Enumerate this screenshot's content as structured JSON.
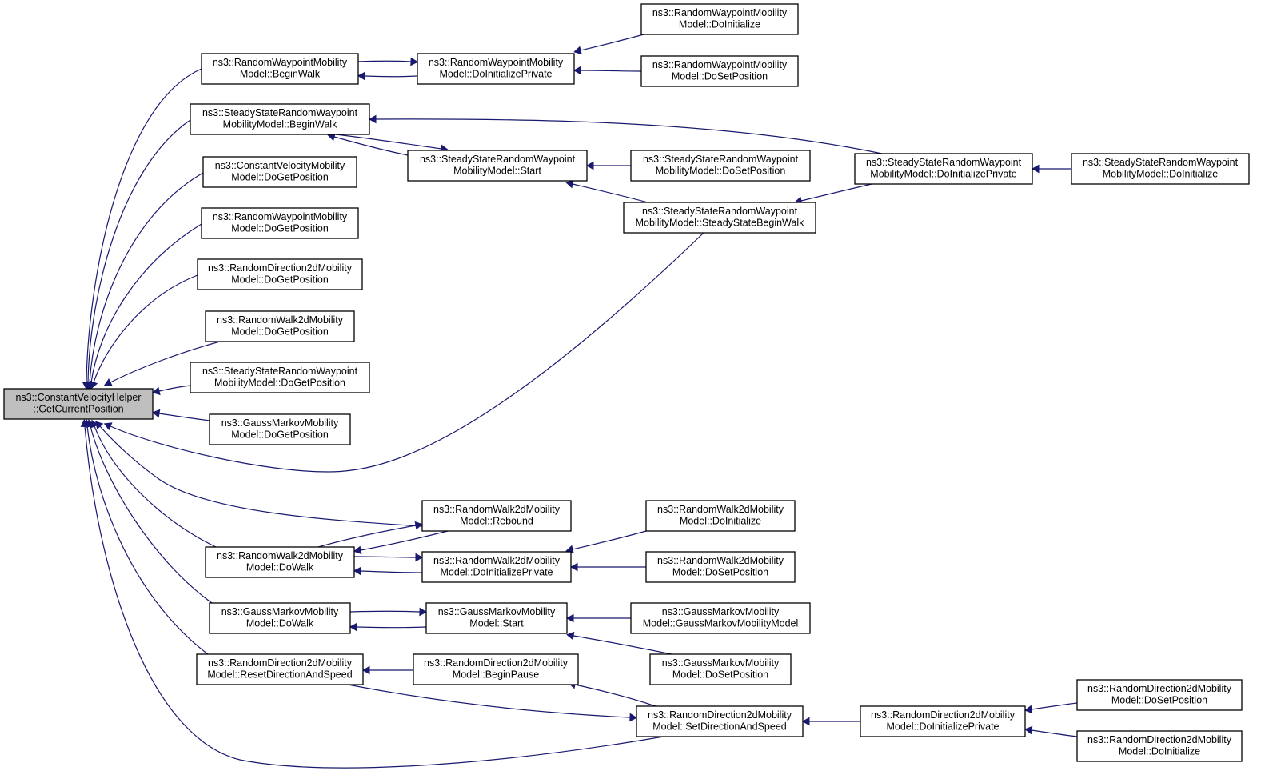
{
  "graph": {
    "title": "",
    "edge_color": "#191970",
    "root_fill": "#bfbfbf",
    "node_fill": "#ffffff",
    "nodes": [
      {
        "id": "root",
        "lines": [
          "ns3::ConstantVelocityHelper",
          "::GetCurrentPosition"
        ],
        "root": true
      },
      {
        "id": "rwp_beginwalk",
        "lines": [
          "ns3::RandomWaypointMobility",
          "Model::BeginWalk"
        ]
      },
      {
        "id": "rwp_doinitprivate",
        "lines": [
          "ns3::RandomWaypointMobility",
          "Model::DoInitializePrivate"
        ]
      },
      {
        "id": "rwp_doinit",
        "lines": [
          "ns3::RandomWaypointMobility",
          "Model::DoInitialize"
        ]
      },
      {
        "id": "rwp_dosetpos",
        "lines": [
          "ns3::RandomWaypointMobility",
          "Model::DoSetPosition"
        ]
      },
      {
        "id": "ss_beginwalk",
        "lines": [
          "ns3::SteadyStateRandomWaypoint",
          "MobilityModel::BeginWalk"
        ]
      },
      {
        "id": "ss_start",
        "lines": [
          "ns3::SteadyStateRandomWaypoint",
          "MobilityModel::Start"
        ]
      },
      {
        "id": "ss_dosetpos",
        "lines": [
          "ns3::SteadyStateRandomWaypoint",
          "MobilityModel::DoSetPosition"
        ]
      },
      {
        "id": "ss_steadybegin",
        "lines": [
          "ns3::SteadyStateRandomWaypoint",
          "MobilityModel::SteadyStateBeginWalk"
        ]
      },
      {
        "id": "ss_doinitprivate",
        "lines": [
          "ns3::SteadyStateRandomWaypoint",
          "MobilityModel::DoInitializePrivate"
        ]
      },
      {
        "id": "ss_doinit",
        "lines": [
          "ns3::SteadyStateRandomWaypoint",
          "MobilityModel::DoInitialize"
        ]
      },
      {
        "id": "cv_dogetpos",
        "lines": [
          "ns3::ConstantVelocityMobility",
          "Model::DoGetPosition"
        ]
      },
      {
        "id": "rwp_dogetpos",
        "lines": [
          "ns3::RandomWaypointMobility",
          "Model::DoGetPosition"
        ]
      },
      {
        "id": "rd2_dogetpos",
        "lines": [
          "ns3::RandomDirection2dMobility",
          "Model::DoGetPosition"
        ]
      },
      {
        "id": "rw2_dogetpos",
        "lines": [
          "ns3::RandomWalk2dMobility",
          "Model::DoGetPosition"
        ]
      },
      {
        "id": "ss_dogetpos",
        "lines": [
          "ns3::SteadyStateRandomWaypoint",
          "MobilityModel::DoGetPosition"
        ]
      },
      {
        "id": "gm_dogetpos",
        "lines": [
          "ns3::GaussMarkovMobility",
          "Model::DoGetPosition"
        ]
      },
      {
        "id": "rw2_rebound",
        "lines": [
          "ns3::RandomWalk2dMobility",
          "Model::Rebound"
        ]
      },
      {
        "id": "rw2_dowalk",
        "lines": [
          "ns3::RandomWalk2dMobility",
          "Model::DoWalk"
        ]
      },
      {
        "id": "rw2_doinitprivate",
        "lines": [
          "ns3::RandomWalk2dMobility",
          "Model::DoInitializePrivate"
        ]
      },
      {
        "id": "rw2_doinit",
        "lines": [
          "ns3::RandomWalk2dMobility",
          "Model::DoInitialize"
        ]
      },
      {
        "id": "rw2_dosetpos",
        "lines": [
          "ns3::RandomWalk2dMobility",
          "Model::DoSetPosition"
        ]
      },
      {
        "id": "gm_dowalk",
        "lines": [
          "ns3::GaussMarkovMobility",
          "Model::DoWalk"
        ]
      },
      {
        "id": "gm_start",
        "lines": [
          "ns3::GaussMarkovMobility",
          "Model::Start"
        ]
      },
      {
        "id": "gm_ctor",
        "lines": [
          "ns3::GaussMarkovMobility",
          "Model::GaussMarkovMobilityModel"
        ]
      },
      {
        "id": "gm_dosetpos",
        "lines": [
          "ns3::GaussMarkovMobility",
          "Model::DoSetPosition"
        ]
      },
      {
        "id": "rd2_reset",
        "lines": [
          "ns3::RandomDirection2dMobility",
          "Model::ResetDirectionAndSpeed"
        ]
      },
      {
        "id": "rd2_beginpause",
        "lines": [
          "ns3::RandomDirection2dMobility",
          "Model::BeginPause"
        ]
      },
      {
        "id": "rd2_setdir",
        "lines": [
          "ns3::RandomDirection2dMobility",
          "Model::SetDirectionAndSpeed"
        ]
      },
      {
        "id": "rd2_doinitprivate",
        "lines": [
          "ns3::RandomDirection2dMobility",
          "Model::DoInitializePrivate"
        ]
      },
      {
        "id": "rd2_dosetpos",
        "lines": [
          "ns3::RandomDirection2dMobility",
          "Model::DoSetPosition"
        ]
      },
      {
        "id": "rd2_doinit",
        "lines": [
          "ns3::RandomDirection2dMobility",
          "Model::DoInitialize"
        ]
      }
    ],
    "edges": [
      {
        "from": "rwp_beginwalk",
        "to": "root"
      },
      {
        "from": "ss_beginwalk",
        "to": "root"
      },
      {
        "from": "cv_dogetpos",
        "to": "root"
      },
      {
        "from": "rwp_dogetpos",
        "to": "root"
      },
      {
        "from": "rd2_dogetpos",
        "to": "root"
      },
      {
        "from": "rw2_dogetpos",
        "to": "root"
      },
      {
        "from": "ss_dogetpos",
        "to": "root"
      },
      {
        "from": "gm_dogetpos",
        "to": "root"
      },
      {
        "from": "ss_steadybegin",
        "to": "root"
      },
      {
        "from": "rw2_rebound",
        "to": "root"
      },
      {
        "from": "rw2_dowalk",
        "to": "root"
      },
      {
        "from": "gm_dowalk",
        "to": "root"
      },
      {
        "from": "rd2_reset",
        "to": "root"
      },
      {
        "from": "rd2_setdir",
        "to": "root"
      },
      {
        "from": "rwp_beginwalk",
        "to": "rwp_doinitprivate"
      },
      {
        "from": "rwp_doinitprivate",
        "to": "rwp_beginwalk"
      },
      {
        "from": "rwp_doinit",
        "to": "rwp_doinitprivate"
      },
      {
        "from": "rwp_dosetpos",
        "to": "rwp_doinitprivate"
      },
      {
        "from": "ss_beginwalk",
        "to": "ss_start"
      },
      {
        "from": "ss_start",
        "to": "ss_beginwalk"
      },
      {
        "from": "ss_doinitprivate",
        "to": "ss_beginwalk"
      },
      {
        "from": "ss_dosetpos",
        "to": "ss_start"
      },
      {
        "from": "ss_steadybegin",
        "to": "ss_start"
      },
      {
        "from": "ss_doinitprivate",
        "to": "ss_steadybegin"
      },
      {
        "from": "ss_doinit",
        "to": "ss_doinitprivate"
      },
      {
        "from": "rw2_dowalk",
        "to": "rw2_rebound"
      },
      {
        "from": "rw2_rebound",
        "to": "rw2_dowalk"
      },
      {
        "from": "rw2_dowalk",
        "to": "rw2_doinitprivate"
      },
      {
        "from": "rw2_doinitprivate",
        "to": "rw2_dowalk"
      },
      {
        "from": "rw2_doinit",
        "to": "rw2_doinitprivate"
      },
      {
        "from": "rw2_dosetpos",
        "to": "rw2_doinitprivate"
      },
      {
        "from": "gm_dowalk",
        "to": "gm_start"
      },
      {
        "from": "gm_start",
        "to": "gm_dowalk"
      },
      {
        "from": "gm_ctor",
        "to": "gm_start"
      },
      {
        "from": "gm_dosetpos",
        "to": "gm_start"
      },
      {
        "from": "rd2_beginpause",
        "to": "rd2_reset"
      },
      {
        "from": "rd2_reset",
        "to": "rd2_setdir"
      },
      {
        "from": "rd2_setdir",
        "to": "rd2_beginpause"
      },
      {
        "from": "rd2_doinitprivate",
        "to": "rd2_setdir"
      },
      {
        "from": "rd2_dosetpos",
        "to": "rd2_doinitprivate"
      },
      {
        "from": "rd2_doinit",
        "to": "rd2_doinitprivate"
      }
    ]
  }
}
